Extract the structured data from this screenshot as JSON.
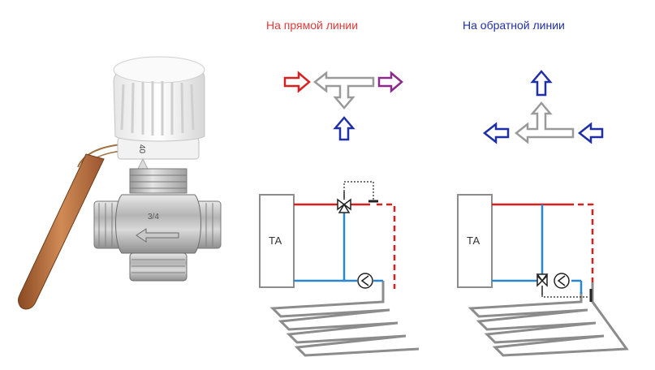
{
  "headings": {
    "supply_line": "На прямой линии",
    "return_line": "На обратной линии"
  },
  "diagrams": {
    "supply_boiler_label": "ТА",
    "return_boiler_label": "ТА"
  },
  "valve_photo": {
    "scale_number": "40",
    "body_marking": "3/4"
  },
  "colors": {
    "supply_heading": "#e23a3a",
    "return_heading": "#1f2fa8",
    "hot_pipe": "#d81e1e",
    "cold_pipe": "#2a86d0",
    "arrow_red": "#d82020",
    "arrow_purple": "#8a2a8a",
    "arrow_blue": "#1f2fa8",
    "arrow_grey": "#9a9a9a",
    "floor_loop": "#8c8c8c"
  }
}
